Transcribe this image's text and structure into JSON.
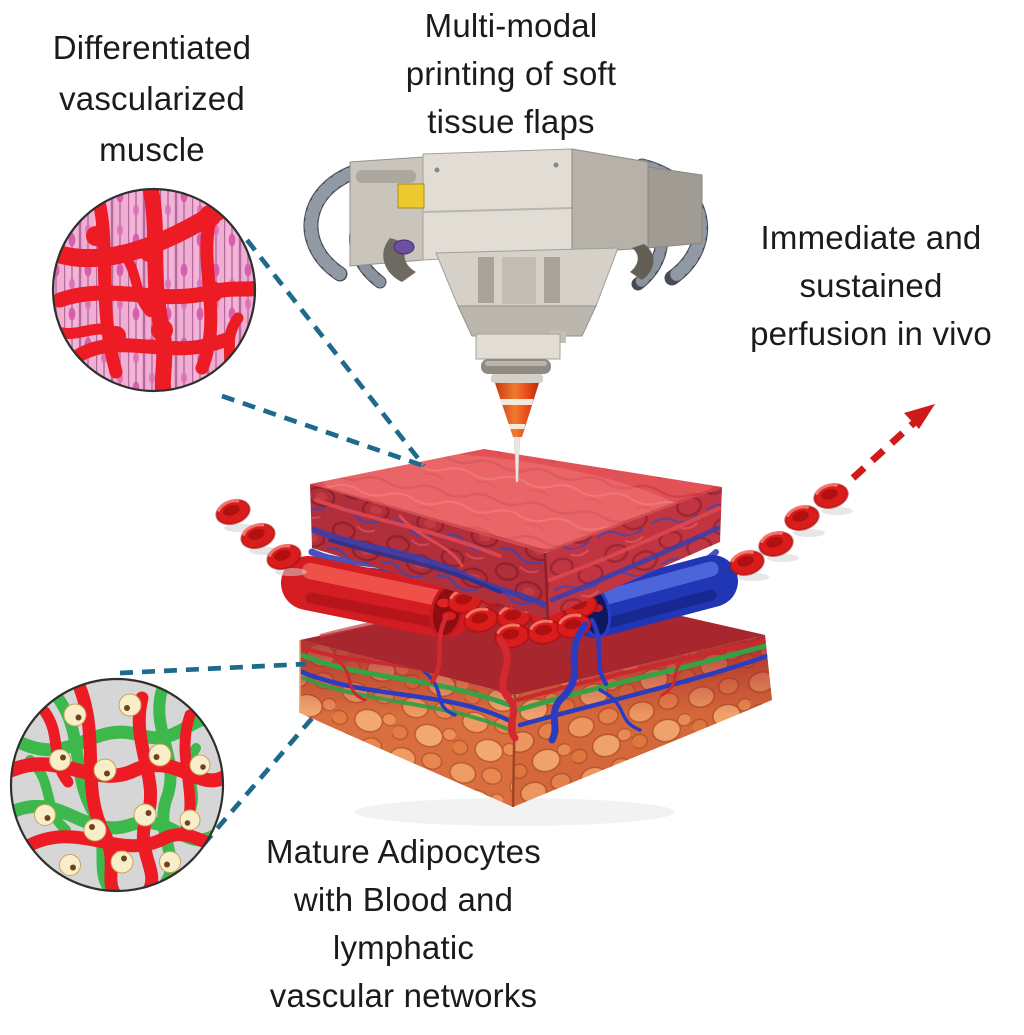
{
  "labels": {
    "muscle": "Differentiated\nvascularized\nmuscle",
    "printing": "Multi-modal\nprinting of soft\ntissue flaps",
    "perfusion": "Immediate and\nsustained\nperfusion in vivo",
    "adipocytes": "Mature Adipocytes\nwith Blood and\nlymphatic\nvascular networks"
  },
  "colors": {
    "background": "#ffffff",
    "text": "#1b1b1b",
    "callout_dash": "#1e6a8c",
    "arrow_red": "#cf1a1a",
    "vascular_red": "#ec1b24",
    "muscle_fiber_pink": "#f0aed2",
    "lymphatic_green": "#3cb84d",
    "adipocyte_cream": "#f8eec9",
    "artery_red": "#d41d22",
    "vein_blue": "#2036b4",
    "muscle_tissue_red": "#b12f3a",
    "adipose_orange": "#d96f3e"
  }
}
